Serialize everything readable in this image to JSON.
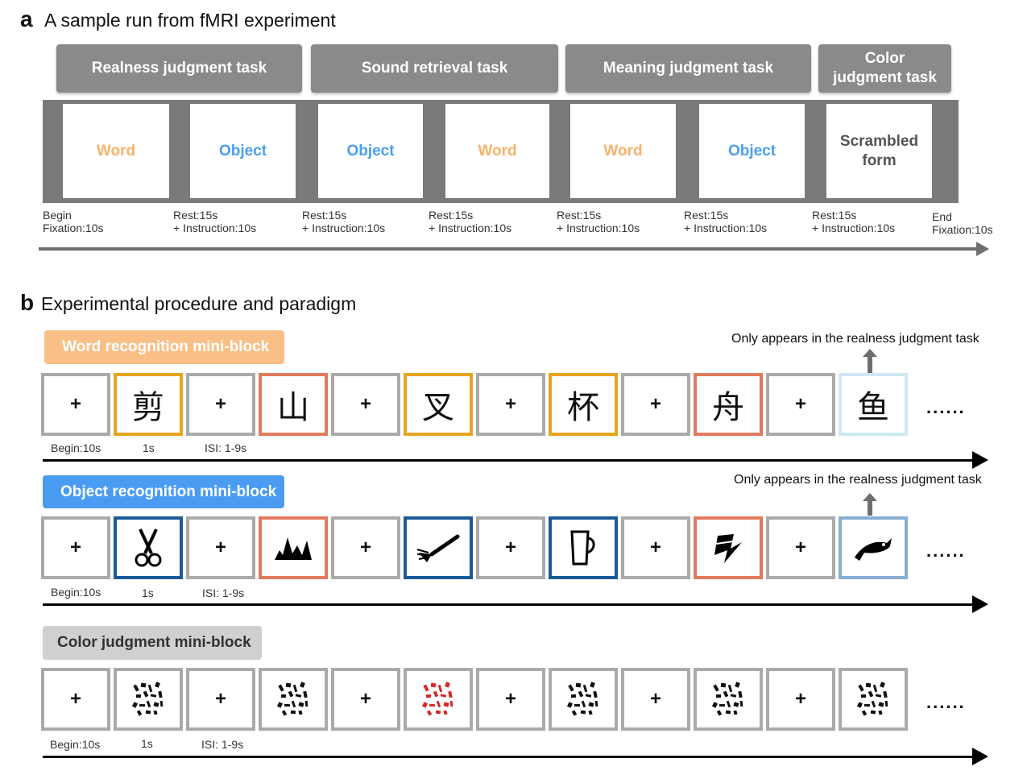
{
  "panel_a": {
    "letter": "a",
    "title": "A sample run from fMRI experiment",
    "tasks": [
      {
        "label": "Realness judgment task"
      },
      {
        "label": "Sound retrieval task"
      },
      {
        "label": "Meaning judgment task"
      },
      {
        "label": "Color judgment task"
      }
    ],
    "blocks": [
      {
        "label": "Word",
        "kind": "word"
      },
      {
        "label": "Object",
        "kind": "object"
      },
      {
        "label": "Object",
        "kind": "object"
      },
      {
        "label": "Word",
        "kind": "word"
      },
      {
        "label": "Word",
        "kind": "word"
      },
      {
        "label": "Object",
        "kind": "object"
      },
      {
        "label": "Scrambled form",
        "kind": "scrambled"
      }
    ],
    "timing": [
      {
        "line1": "Begin",
        "line2": "Fixation:10s"
      },
      {
        "line1": "Rest:15s",
        "line2": "+ Instruction:10s"
      },
      {
        "line1": "Rest:15s",
        "line2": "+ Instruction:10s"
      },
      {
        "line1": "Rest:15s",
        "line2": "+ Instruction:10s"
      },
      {
        "line1": "Rest:15s",
        "line2": "+ Instruction:10s"
      },
      {
        "line1": "Rest:15s",
        "line2": "+ Instruction:10s"
      },
      {
        "line1": "Rest:15s",
        "line2": "+ Instruction:10s"
      },
      {
        "line1": "End",
        "line2": "Fixation:10s"
      }
    ]
  },
  "panel_b": {
    "letter": "b",
    "title": "Experimental procedure and paradigm",
    "fixation_symbol": "+",
    "continuation": "......",
    "rows": [
      {
        "label": "Word recognition mini-block",
        "note": "Only appears in the realness judgment task",
        "timing": {
          "begin": "Begin:10s",
          "duration": "1s",
          "isi": "ISI: 1-9s"
        },
        "stimuli": [
          {
            "glyph": "剪",
            "border": "#e8a41f"
          },
          {
            "glyph": "山",
            "border": "#e07a5f"
          },
          {
            "glyph": "叉",
            "border": "#e8a41f"
          },
          {
            "glyph": "杯",
            "border": "#e8a41f"
          },
          {
            "glyph": "舟",
            "border": "#e07a5f"
          },
          {
            "glyph": "鱼",
            "border": "#cfe8f2"
          }
        ]
      },
      {
        "label": "Object recognition mini-block",
        "note": "Only appears in the realness judgment task",
        "timing": {
          "begin": "Begin:10s",
          "duration": "1s",
          "isi": "ISI: 1-9s"
        },
        "stimuli": [
          {
            "icon": "scissors-icon",
            "border": "#1b5a96"
          },
          {
            "icon": "mountain-icon",
            "border": "#e07a5f"
          },
          {
            "icon": "fork-icon",
            "border": "#1b5a96"
          },
          {
            "icon": "cup-icon",
            "border": "#1b5a96"
          },
          {
            "icon": "boat-icon",
            "border": "#e07a5f"
          },
          {
            "icon": "fish-icon",
            "border": "#86afd3"
          }
        ]
      },
      {
        "label": "Color judgment mini-block",
        "timing": {
          "begin": "Begin:10s",
          "duration": "1s",
          "isi": "ISI: 1-9s"
        },
        "stimuli": [
          {
            "icon": "scrambled-icon",
            "fill": "#111111"
          },
          {
            "icon": "scrambled-icon",
            "fill": "#111111"
          },
          {
            "icon": "scrambled-icon",
            "fill": "#d62a2a"
          },
          {
            "icon": "scrambled-icon",
            "fill": "#111111"
          },
          {
            "icon": "scrambled-icon",
            "fill": "#111111"
          },
          {
            "icon": "scrambled-icon",
            "fill": "#111111"
          }
        ]
      }
    ]
  },
  "colors": {
    "word": "#f7b26a",
    "object": "#4aa0f0",
    "scrambled": "#555555",
    "word_label_bg": "#f9bf86",
    "object_label_bg": "#4a9cf2",
    "color_label_bg": "#d0d0d0",
    "task_header_bg": "#8a8a8a"
  }
}
